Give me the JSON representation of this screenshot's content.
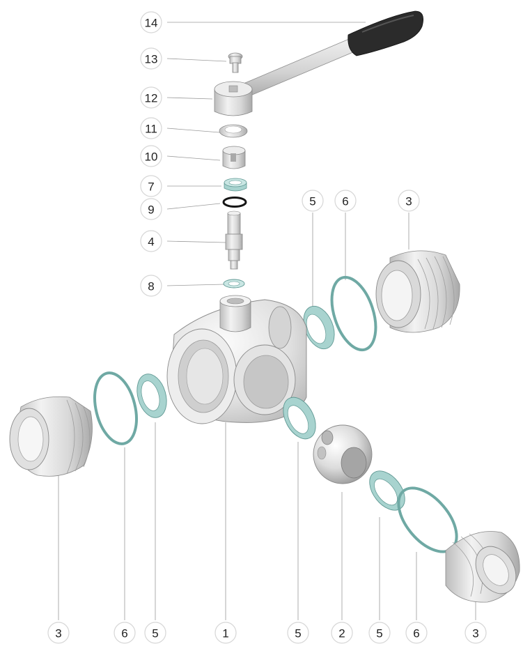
{
  "diagram": {
    "type": "exploded-assembly",
    "subject": "three-way ball valve",
    "colors": {
      "metal_light": "#e9e9e9",
      "metal_mid": "#c9c9c9",
      "metal_dark": "#9c9c9c",
      "seal_teal": "#a8d3cf",
      "seal_edge": "#6fa9a4",
      "oring_black": "#1a1a1a",
      "grip_black": "#2a2a2a",
      "callout_ring": "#d6d6d6"
    },
    "callouts": [
      {
        "id": "c14",
        "number": "14",
        "part": "lever-grip"
      },
      {
        "id": "c13",
        "number": "13",
        "part": "lever-screw"
      },
      {
        "id": "c12",
        "number": "12",
        "part": "lever-hub"
      },
      {
        "id": "c11",
        "number": "11",
        "part": "nut-ring"
      },
      {
        "id": "c10",
        "number": "10",
        "part": "gland"
      },
      {
        "id": "c7",
        "number": "7",
        "part": "stem-seal"
      },
      {
        "id": "c9",
        "number": "9",
        "part": "stem-o-ring"
      },
      {
        "id": "c4",
        "number": "4",
        "part": "stem"
      },
      {
        "id": "c8",
        "number": "8",
        "part": "stem-washer"
      },
      {
        "id": "c5a",
        "number": "5",
        "part": "seat-ring-right"
      },
      {
        "id": "c6a",
        "number": "6",
        "part": "o-ring-right"
      },
      {
        "id": "c3a",
        "number": "3",
        "part": "end-connector-right"
      },
      {
        "id": "c3b",
        "number": "3",
        "part": "end-connector-left"
      },
      {
        "id": "c6b",
        "number": "6",
        "part": "o-ring-left"
      },
      {
        "id": "c5b",
        "number": "5",
        "part": "seat-ring-left"
      },
      {
        "id": "c1",
        "number": "1",
        "part": "valve-body"
      },
      {
        "id": "c5c",
        "number": "5",
        "part": "seat-ring-front"
      },
      {
        "id": "c2",
        "number": "2",
        "part": "ball"
      },
      {
        "id": "c5d",
        "number": "5",
        "part": "seat-ring-bottom"
      },
      {
        "id": "c6c",
        "number": "6",
        "part": "o-ring-bottom"
      },
      {
        "id": "c3c",
        "number": "3",
        "part": "end-connector-bottom"
      }
    ]
  }
}
